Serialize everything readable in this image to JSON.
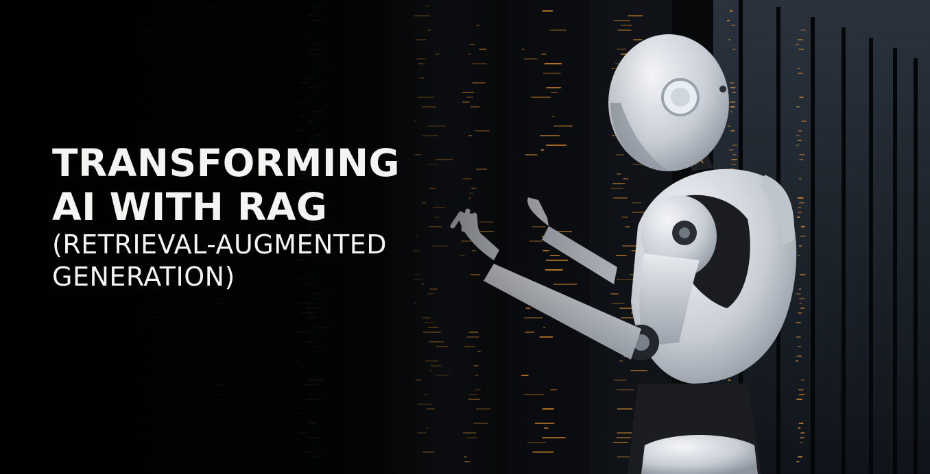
{
  "headline": {
    "line1": "TRANSFORMING",
    "line2": "AI WITH RAG",
    "line3": "(RETRIEVAL-AUGMENTED",
    "line4": "GENERATION)"
  },
  "colors": {
    "background": "#07070a",
    "server_light": "#f29a2e",
    "robot_body": "#d9dde3",
    "text": "#f4f4f2"
  }
}
